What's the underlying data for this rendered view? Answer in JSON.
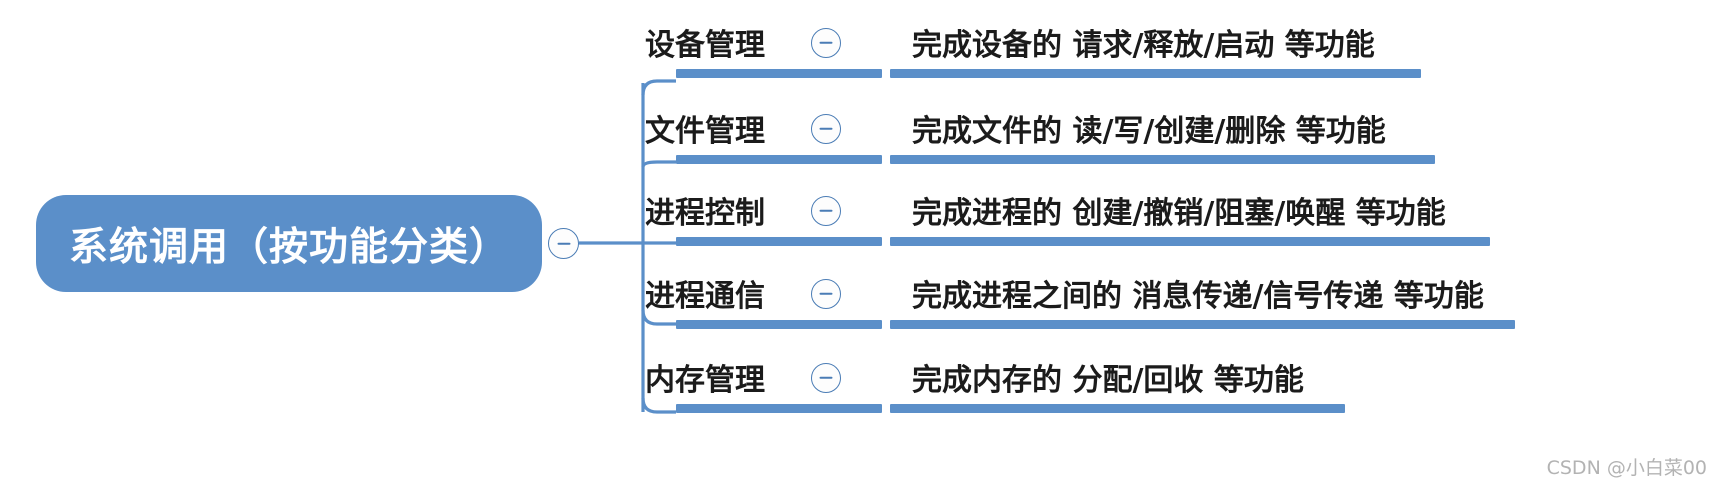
{
  "diagram": {
    "type": "mind-map",
    "root": {
      "label": "系统调用（按功能分类）",
      "toggle_icon": "circle-minus-icon",
      "fill_color": "#5b8fc9",
      "text_color": "#ffffff"
    },
    "branch_color": "#5b8fc9",
    "branches": [
      {
        "category": "设备管理",
        "toggle_icon": "circle-minus-icon",
        "description": "完成设备的 请求/释放/启动 等功能"
      },
      {
        "category": "文件管理",
        "toggle_icon": "circle-minus-icon",
        "description": "完成文件的 读/写/创建/删除 等功能"
      },
      {
        "category": "进程控制",
        "toggle_icon": "circle-minus-icon",
        "description": "完成进程的 创建/撤销/阻塞/唤醒 等功能"
      },
      {
        "category": "进程通信",
        "toggle_icon": "circle-minus-icon",
        "description": "完成进程之间的 消息传递/信号传递 等功能"
      },
      {
        "category": "内存管理",
        "toggle_icon": "circle-minus-icon",
        "description": "完成内存的 分配/回收 等功能"
      }
    ]
  },
  "watermark": {
    "text": "CSDN @小白菜00"
  }
}
